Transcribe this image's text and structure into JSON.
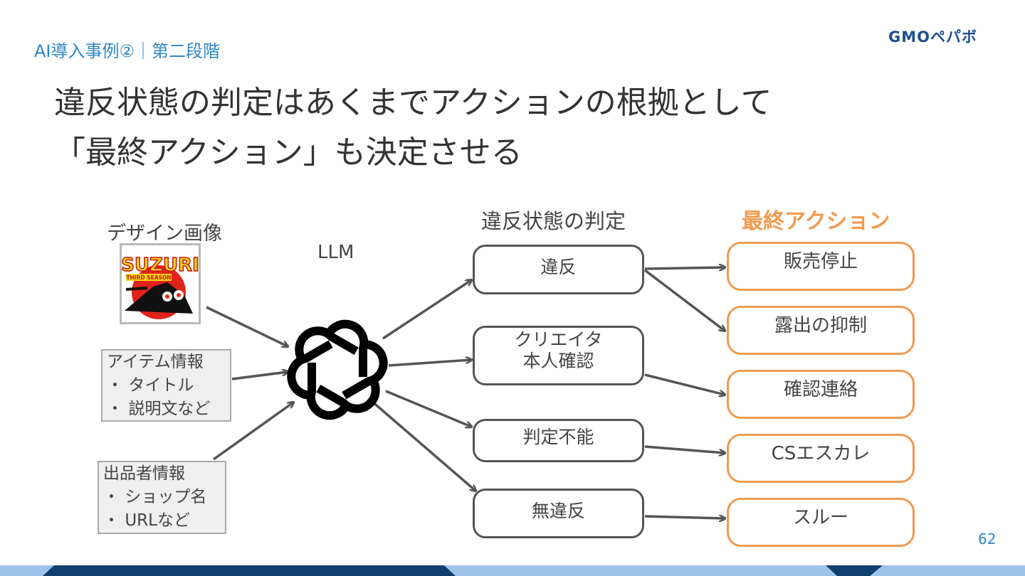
{
  "header": {
    "section": "AI導入事例②｜第二段階",
    "logo": "GMOペパボ",
    "title_line1": "違反状態の判定はあくまでアクションの根拠として",
    "title_line2": "「最終アクション」も決定させる"
  },
  "diagram": {
    "inputs": {
      "design_label": "デザイン画像",
      "design_logo_text": "SUZURI",
      "design_logo_sub": "THIRD SEASON",
      "item_info": {
        "title": "アイテム情報",
        "items": [
          "タイトル",
          "説明文など"
        ]
      },
      "seller_info": {
        "title": "出品者情報",
        "items": [
          "ショップ名",
          "URLなど"
        ]
      }
    },
    "llm_label": "LLM",
    "judgment_header": "違反状態の判定",
    "judgments": [
      "違反",
      "クリエイタ",
      "本人確認",
      "判定不能",
      "無違反"
    ],
    "action_header": "最終アクション",
    "actions": [
      "販売停止",
      "露出の抑制",
      "確認連絡",
      "CSエスカレ",
      "スルー"
    ],
    "bullet": "・",
    "colors": {
      "accent_orange": "#f29a50",
      "blue": "#2f86c8",
      "dark_blue": "#103e6e"
    }
  },
  "footer": {
    "page_number": "62"
  }
}
